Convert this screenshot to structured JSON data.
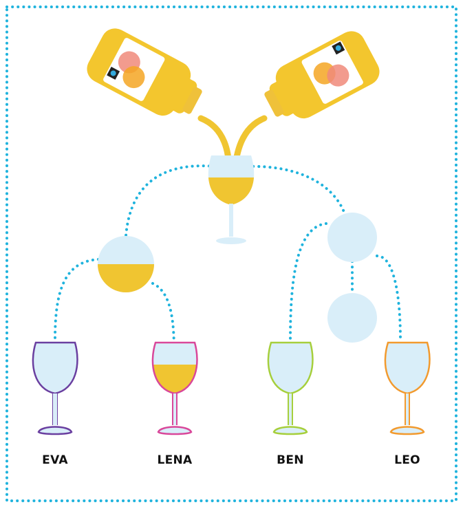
{
  "people": [
    {
      "name": "EVA"
    },
    {
      "name": "LENA"
    },
    {
      "name": "BEN"
    },
    {
      "name": "LEO"
    }
  ],
  "colors": {
    "border_dots": "#1fb3dd",
    "connector_dots": "#1fb3dd",
    "juice": "#f0c531",
    "glass_fill": "#d9eef9",
    "bottle_body": "#f3c62e",
    "label_orange": "#f5a623",
    "label_peach": "#f08a7a",
    "eva_glass": "#6a3fa0",
    "lena_glass": "#d9479a",
    "ben_glass": "#a6cf3c",
    "leo_glass": "#f29a2e"
  },
  "icons": [
    "juice-bottle-icon",
    "fairtrade-icon",
    "wine-glass-icon"
  ],
  "glass_fill_levels": {
    "EVA": 0,
    "LENA": 0.55,
    "BEN": 0,
    "LEO": 0
  },
  "node_fill_levels": {
    "top-glass": 0.5,
    "left-node": 0.5,
    "right-node": 0,
    "right-lower-node": 0
  }
}
